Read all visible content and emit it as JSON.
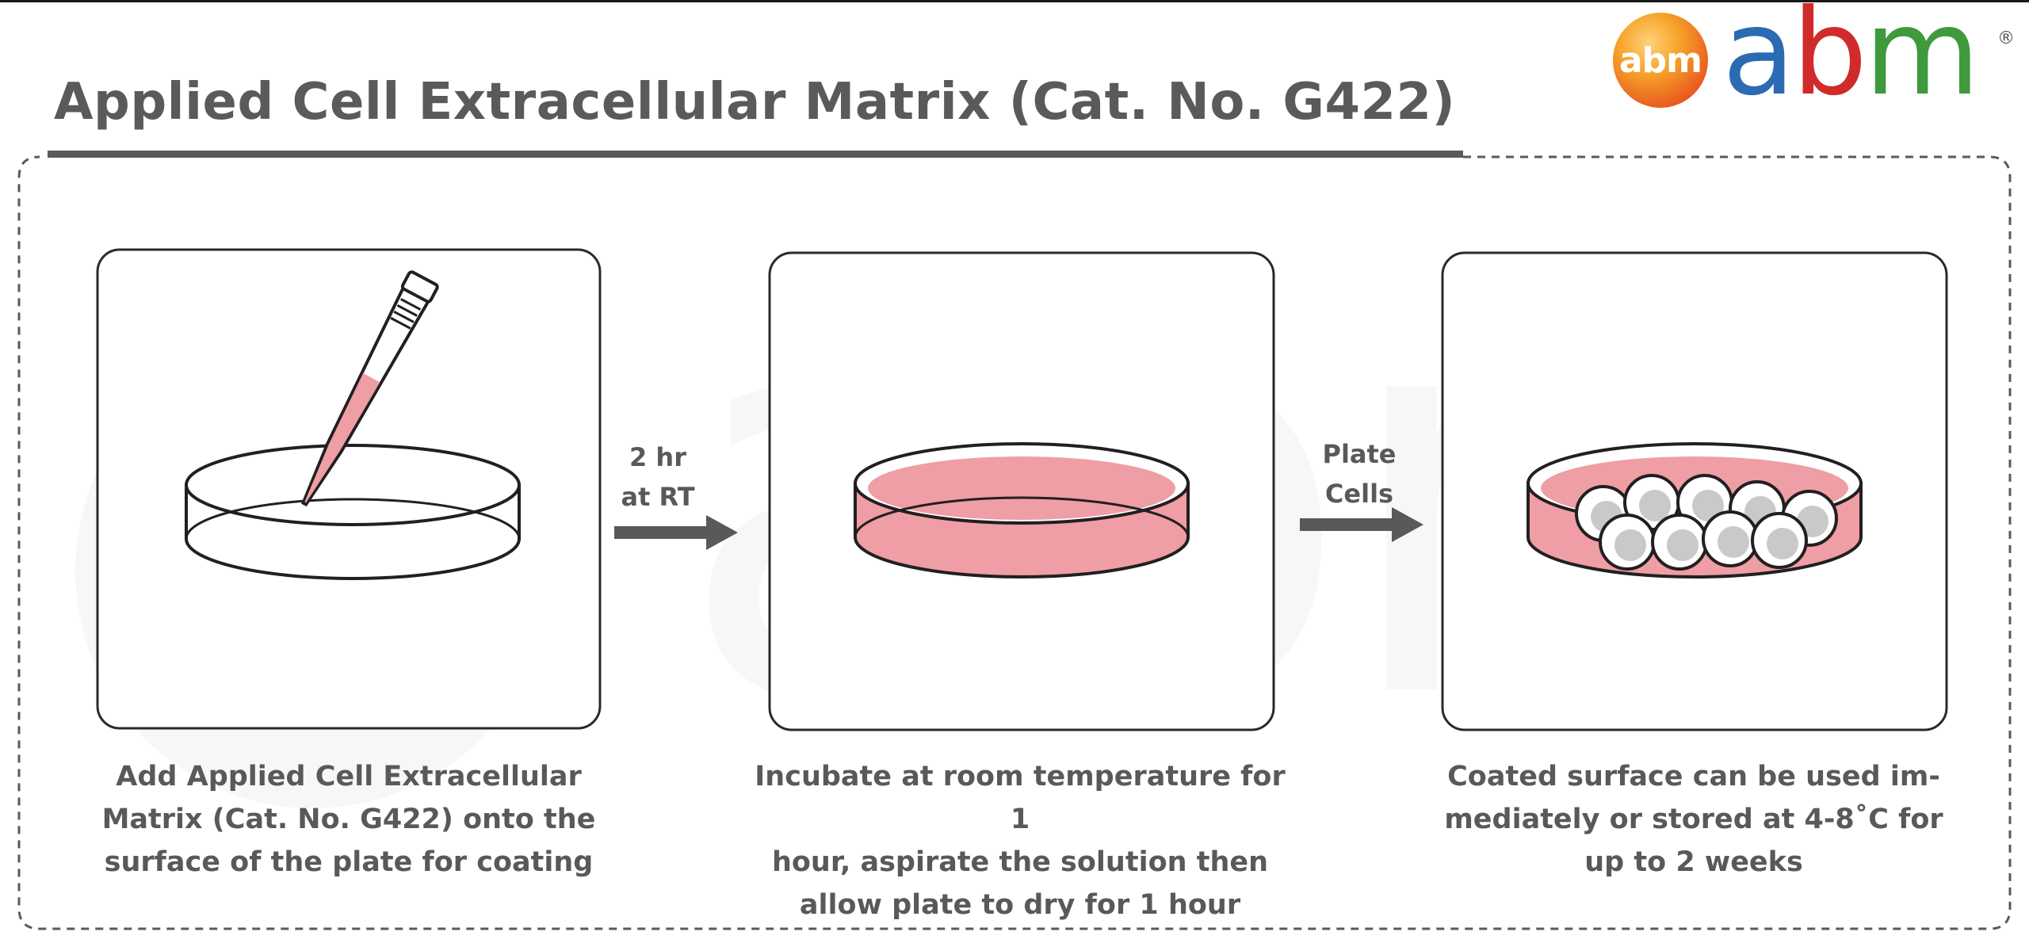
{
  "title": "Applied Cell Extracellular Matrix (Cat. No. G422)",
  "logo": {
    "badge_text": "abm",
    "wordmark_a": "a",
    "wordmark_b": "b",
    "wordmark_m": "m",
    "registered": "®",
    "colors": {
      "a": "#2a6bb3",
      "b": "#d02a2a",
      "m": "#3e9a3c",
      "badge": "#ea5a1f"
    }
  },
  "steps": [
    {
      "caption_lines": [
        "Add Applied Cell Extracellular",
        "Matrix (Cat. No. G422) onto the",
        "surface of the plate for coating"
      ]
    },
    {
      "caption_lines": [
        "Incubate at room temperature for 1",
        "hour, aspirate the solution then",
        "allow plate to dry for 1 hour"
      ]
    },
    {
      "caption_lines": [
        "Coated surface can be used im-",
        "mediately or stored at 4-8˚C for",
        "up to 2 weeks"
      ]
    }
  ],
  "arrows": [
    {
      "label_lines": [
        "2 hr",
        "at RT"
      ]
    },
    {
      "label_lines": [
        "Plate",
        "Cells"
      ]
    }
  ],
  "colors": {
    "matrix_pink": "#ee9ea4",
    "text_gray": "#58595b",
    "cell_gray": "#c9c9c9"
  }
}
